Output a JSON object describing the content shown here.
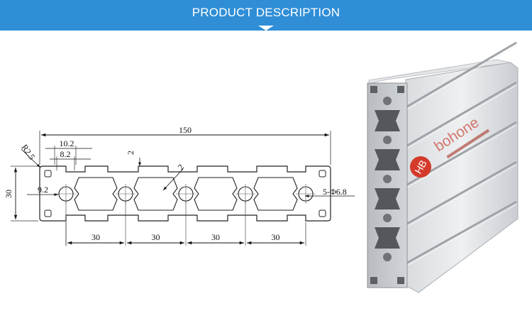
{
  "header": {
    "title": "PRODUCT DESCRIPTION"
  },
  "colors": {
    "header_bg": "#2f8ed6",
    "logo_red": "#d43a2a",
    "aluminum": "#c7cbcf"
  },
  "drawing": {
    "dim_overall_width": "150",
    "dim_slot_outer": "10.2",
    "dim_slot_inner": "8.2",
    "dim_wall": "2",
    "dim_corner_radius": "R2.5",
    "dim_height": "30",
    "dim_hole_offset": "9.2",
    "dim_hole_diameter": "5-Φ6.8",
    "dim_pitch": [
      "30",
      "30",
      "30",
      "30"
    ]
  },
  "photo": {
    "brand_logo": "HB",
    "brand_name": "bohone"
  }
}
